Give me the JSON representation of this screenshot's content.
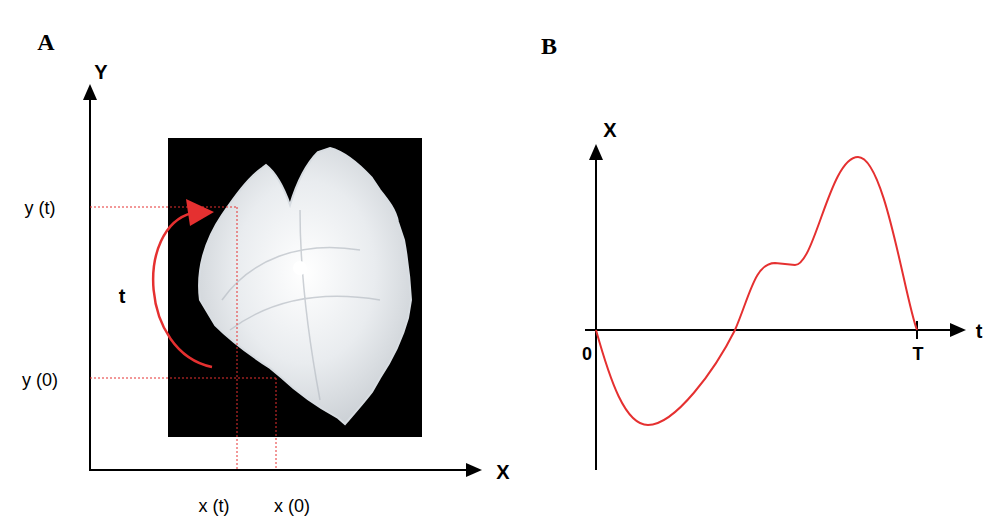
{
  "diagram": {
    "labels": [
      "A",
      "B",
      "Y",
      "X",
      "y (t)",
      "y (0)",
      "t",
      "x (t)",
      "x (0)",
      "X",
      "t",
      "0",
      "T"
    ]
  }
}
